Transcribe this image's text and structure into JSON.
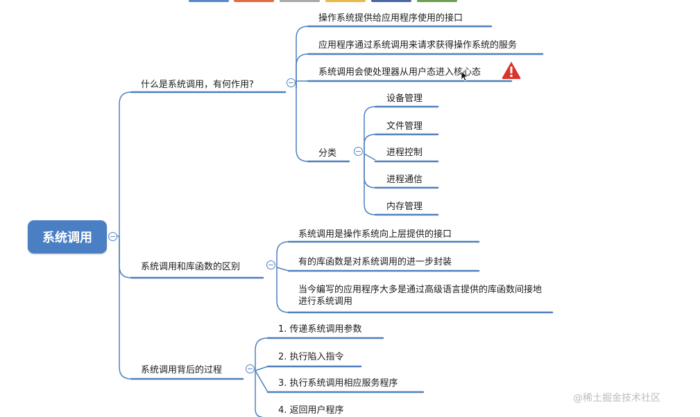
{
  "toolbar": {
    "colors": [
      "#5b88c6",
      "#e06d3f",
      "#a9a9a9",
      "#e8b94a",
      "#4a66a8",
      "#6aa050"
    ]
  },
  "root": {
    "label": "系统调用"
  },
  "branches": [
    {
      "label": "什么是系统调用，有何作用?",
      "children": [
        "操作系统提供给应用程序使用的接口",
        "应用程序通过系统调用来请求获得操作系统的服务",
        "系统调用会使处理器从用户态进入核心态"
      ],
      "sub": {
        "label": "分类",
        "items": [
          "设备管理",
          "文件管理",
          "进程控制",
          "进程通信",
          "内存管理"
        ]
      }
    },
    {
      "label": "系统调用和库函数的区别",
      "children": [
        "系统调用是操作系统向上层提供的接口",
        "有的库函数是对系统调用的进一步封装",
        "当今编写的应用程序大多是通过高级语言提供的库函数间接地进行系统调用"
      ]
    },
    {
      "label": "系统调用背后的过程",
      "children": [
        "1. 传递系统调用参数",
        "2. 执行陷入指令",
        "3. 执行系统调用相应服务程序",
        "4. 返回用户程序"
      ]
    }
  ],
  "watermark": "@稀土掘金技术社区",
  "warning_icon": "warning-triangle-icon",
  "collapse_icon": "minus-circle-icon",
  "colors": {
    "root_fill": "#4a7fc3",
    "connector": "#4d7fbd",
    "warning": "#d9352c"
  }
}
